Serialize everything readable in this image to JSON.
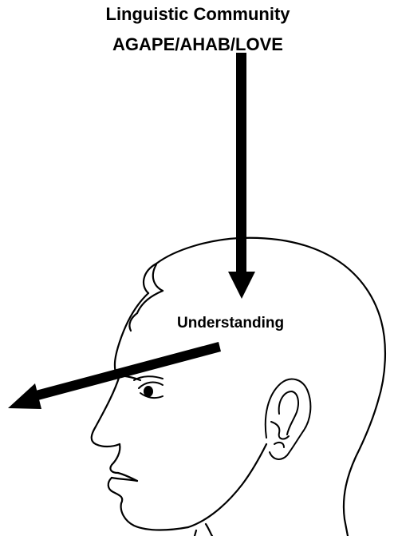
{
  "labels": {
    "community_line_1": "Linguistic Community",
    "community_line_2": "AGAPE/AHAB/LOVE",
    "understanding": "Understanding"
  },
  "colors": {
    "ink": "#000000",
    "background": "#ffffff"
  }
}
